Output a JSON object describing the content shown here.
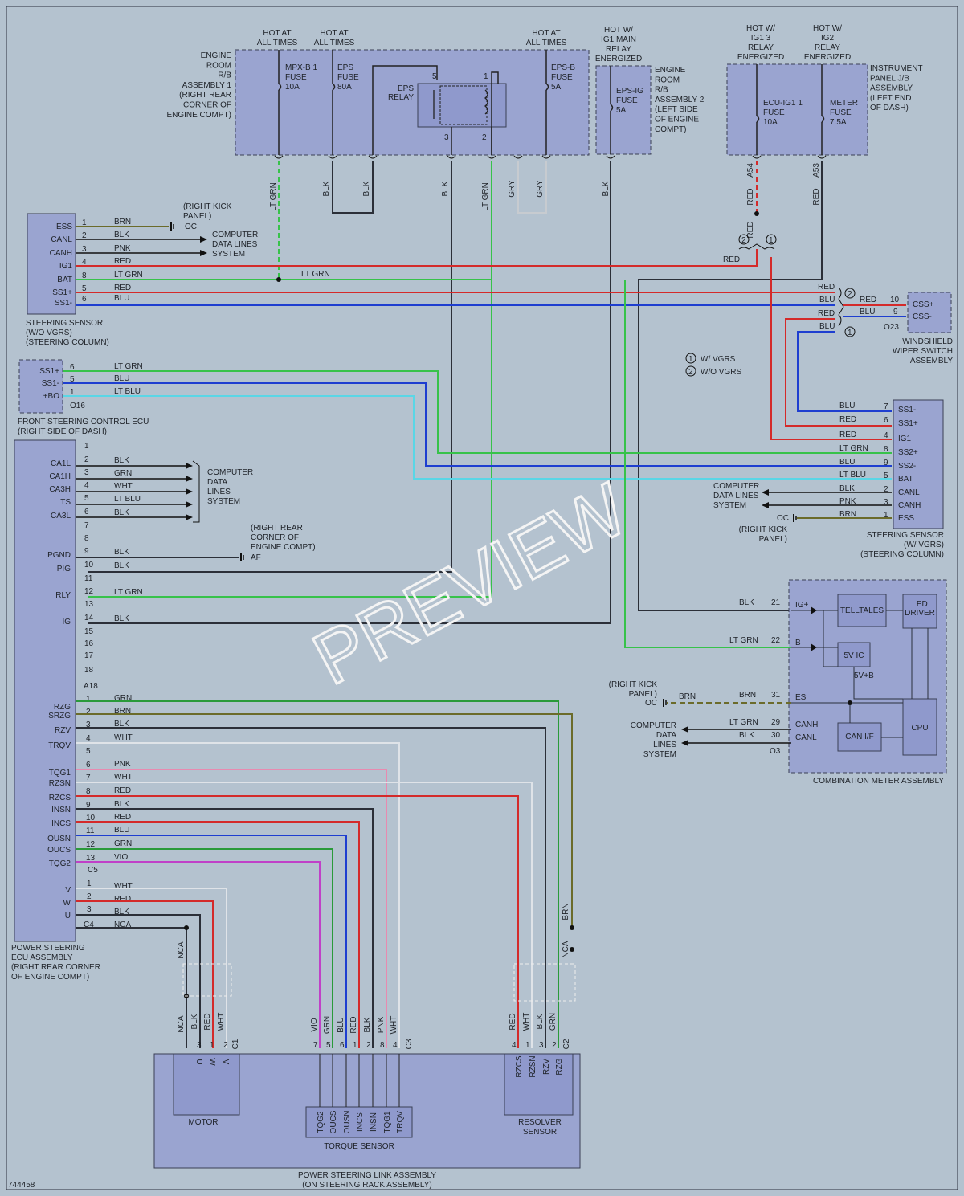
{
  "diagram_id": "744458",
  "watermark": "PREVIEW",
  "top_labels": {
    "hot1": [
      "HOT AT",
      "ALL TIMES"
    ],
    "hot2": [
      "HOT AT",
      "ALL TIMES"
    ],
    "hot3": [
      "HOT AT",
      "ALL TIMES"
    ],
    "hot4": [
      "HOT W/",
      "IG1 MAIN",
      "RELAY",
      "ENERGIZED"
    ],
    "hot5": [
      "HOT W/",
      "IG1 3",
      "RELAY",
      "ENERGIZED"
    ],
    "hot6": [
      "HOT W/",
      "IG2",
      "RELAY",
      "ENERGIZED"
    ]
  },
  "engine_room_rb1": [
    "ENGINE",
    "ROOM",
    "R/B",
    "ASSEMBLY 1",
    "(RIGHT REAR",
    "CORNER OF",
    "ENGINE COMPT)"
  ],
  "engine_room_rb2": [
    "ENGINE",
    "ROOM",
    "R/B",
    "ASSEMBLY 2",
    "(LEFT SIDE",
    "OF ENGINE",
    "COMPT)"
  ],
  "instrument_jb": [
    "INSTRUMENT",
    "PANEL J/B",
    "ASSEMBLY",
    "(LEFT END",
    "OF DASH)"
  ],
  "fuses": {
    "mpxb1": [
      "MPX-B 1",
      "FUSE",
      "10A"
    ],
    "eps": [
      "EPS",
      "FUSE",
      "80A"
    ],
    "epsb": [
      "EPS-B",
      "FUSE",
      "5A"
    ],
    "epsig": [
      "EPS-IG",
      "FUSE",
      "5A"
    ],
    "ecuig11": [
      "ECU-IG1 1",
      "FUSE",
      "10A"
    ],
    "meter": [
      "METER",
      "FUSE",
      "7.5A"
    ]
  },
  "eps_relay": [
    "EPS",
    "RELAY"
  ],
  "relay_pins": [
    "5",
    "1",
    "3",
    "2"
  ],
  "top_wire_labels": [
    "LT GRN",
    "BLK",
    "BLK",
    "BLK",
    "LT GRN",
    "GRY",
    "GRY",
    "BLK",
    "RED",
    "BLK",
    "RED"
  ],
  "connector_codes": [
    "A54",
    "A53"
  ],
  "steering_sensor_wo": {
    "pins": [
      {
        "name": "ESS",
        "num": "1",
        "color": "BRN"
      },
      {
        "name": "CANL",
        "num": "2",
        "color": "BLK"
      },
      {
        "name": "CANH",
        "num": "3",
        "color": "PNK"
      },
      {
        "name": "IG1",
        "num": "4",
        "color": "RED"
      },
      {
        "name": "BAT",
        "num": "8",
        "color": "LT GRN"
      },
      {
        "name": "SS1+",
        "num": "5",
        "color": "RED"
      },
      {
        "name": "SS1-",
        "num": "6",
        "color": "BLU"
      }
    ],
    "label": [
      "STEERING SENSOR",
      "(W/O VGRS)",
      "(STEERING COLUMN)"
    ],
    "kick_panel": [
      "(RIGHT KICK",
      "PANEL)"
    ],
    "ground_code": "OC",
    "cdl": [
      "COMPUTER",
      "DATA LINES",
      "SYSTEM"
    ],
    "bat_line_label": "LT GRN",
    "ig1_red": "RED"
  },
  "splice": {
    "wires_left": [
      "RED",
      "BLU",
      "RED",
      "BLU"
    ],
    "markers": [
      "2",
      "1"
    ],
    "right_wires": [
      "RED",
      "BLU"
    ],
    "pins": [
      "10",
      "9"
    ]
  },
  "wiper_switch": {
    "pins": [
      "CSS+",
      "CSS-"
    ],
    "code": "O23",
    "label": [
      "WINDSHIELD",
      "WIPER SWITCH",
      "ASSEMBLY"
    ]
  },
  "legend": [
    {
      "num": "1",
      "text": "W/ VGRS"
    },
    {
      "num": "2",
      "text": "W/O VGRS"
    }
  ],
  "front_ecu": {
    "pins": [
      {
        "name": "SS1+",
        "num": "6",
        "color": "LT GRN"
      },
      {
        "name": "SS1-",
        "num": "5",
        "color": "BLU"
      },
      {
        "name": "+BO",
        "num": "1",
        "color": "LT BLU"
      }
    ],
    "code": "O16",
    "label": [
      "FRONT STEERING CONTROL ECU",
      "(RIGHT SIDE OF DASH)"
    ]
  },
  "ps_ecu": {
    "a18": [
      {
        "num": "1",
        "name": "",
        "color": ""
      },
      {
        "num": "2",
        "name": "CA1L",
        "color": "BLK"
      },
      {
        "num": "3",
        "name": "CA1H",
        "color": "GRN"
      },
      {
        "num": "4",
        "name": "CA3H",
        "color": "WHT"
      },
      {
        "num": "5",
        "name": "TS",
        "color": "LT BLU"
      },
      {
        "num": "6",
        "name": "CA3L",
        "color": "BLK"
      },
      {
        "num": "7",
        "name": "",
        "color": ""
      },
      {
        "num": "8",
        "name": "",
        "color": ""
      },
      {
        "num": "9",
        "name": "PGND",
        "color": "BLK"
      },
      {
        "num": "10",
        "name": "PIG",
        "color": "BLK"
      },
      {
        "num": "11",
        "name": "",
        "color": ""
      },
      {
        "num": "12",
        "name": "RLY",
        "color": "LT GRN"
      },
      {
        "num": "13",
        "name": "",
        "color": ""
      },
      {
        "num": "14",
        "name": "IG",
        "color": "BLK"
      },
      {
        "num": "15",
        "name": "",
        "color": ""
      },
      {
        "num": "16",
        "name": "",
        "color": ""
      },
      {
        "num": "17",
        "name": "",
        "color": ""
      },
      {
        "num": "18",
        "name": "",
        "color": ""
      }
    ],
    "a18_code": "A18",
    "cdl": [
      "COMPUTER",
      "DATA",
      "LINES",
      "SYSTEM"
    ],
    "gnd_label": [
      "(RIGHT REAR",
      "CORNER OF",
      "ENGINE COMPT)"
    ],
    "gnd_code": "AF",
    "c5": [
      {
        "num": "1",
        "name": "RZG",
        "color": "GRN"
      },
      {
        "num": "2",
        "name": "SRZG",
        "color": "BRN"
      },
      {
        "num": "3",
        "name": "RZV",
        "color": "BLK"
      },
      {
        "num": "4",
        "name": "",
        "color": "WHT"
      },
      {
        "num": "5",
        "name": "TRQV",
        "color": ""
      },
      {
        "num": "6",
        "name": "",
        "color": "PNK"
      },
      {
        "num": "7",
        "name": "TQG1",
        "color": "WHT"
      },
      {
        "num": "8",
        "name": "RZSN",
        "color": "RED"
      },
      {
        "num": "9",
        "name": "RZCS",
        "color": "BLK"
      },
      {
        "num": "10",
        "name": "INSN",
        "color": "RED"
      },
      {
        "num": "11",
        "name": "INCS",
        "color": "BLU"
      },
      {
        "num": "12",
        "name": "OUSN",
        "color": "GRN"
      },
      {
        "num": "13",
        "name": "OUCS",
        "color": "VIO"
      },
      {
        "num": "",
        "name": "TQG2",
        "color": ""
      }
    ],
    "c5_code": "C5",
    "c4": [
      {
        "num": "1",
        "name": "V",
        "color": "WHT"
      },
      {
        "num": "2",
        "name": "W",
        "color": "RED"
      },
      {
        "num": "3",
        "name": "U",
        "color": "BLK"
      }
    ],
    "c4_code": "C4",
    "c4_nca": "NCA",
    "label": [
      "POWER STEERING",
      "ECU ASSEMBLY",
      "(RIGHT REAR CORNER",
      "OF ENGINE COMPT)"
    ]
  },
  "steering_sensor_w": {
    "pins": [
      {
        "name": "SS1-",
        "num": "7",
        "color": "BLU"
      },
      {
        "name": "SS1+",
        "num": "6",
        "color": "RED"
      },
      {
        "name": "IG1",
        "num": "4",
        "color": "RED"
      },
      {
        "name": "SS2+",
        "num": "8",
        "color": "LT GRN"
      },
      {
        "name": "SS2-",
        "num": "9",
        "color": "BLU"
      },
      {
        "name": "BAT",
        "num": "5",
        "color": "LT BLU"
      },
      {
        "name": "CANL",
        "num": "2",
        "color": "BLK"
      },
      {
        "name": "CANH",
        "num": "3",
        "color": "PNK"
      },
      {
        "name": "ESS",
        "num": "1",
        "color": "BRN"
      }
    ],
    "cdl": [
      "COMPUTER",
      "DATA LINES",
      "SYSTEM"
    ],
    "gnd_code": "OC",
    "kick": [
      "(RIGHT KICK",
      "PANEL)"
    ],
    "label": [
      "STEERING SENSOR",
      "(W/ VGRS)",
      "(STEERING COLUMN)"
    ]
  },
  "combo_meter": {
    "pins": [
      {
        "name": "IG+",
        "num": "21",
        "color": "BLK"
      },
      {
        "name": "B",
        "num": "22",
        "color": "LT GRN"
      },
      {
        "name": "ES",
        "num": "31",
        "color": "BRN"
      },
      {
        "name": "CANH",
        "num": "29",
        "color": "LT GRN"
      },
      {
        "name": "CANL",
        "num": "30",
        "color": "BLK"
      }
    ],
    "code": "O3",
    "blocks": {
      "telltales": "TELLTALES",
      "led": [
        "LED",
        "DRIVER"
      ],
      "v5ic": "5V IC",
      "v5b": "5V+B",
      "cpu": "CPU",
      "canif": "CAN I/F"
    },
    "kick": [
      "(RIGHT KICK",
      "PANEL)"
    ],
    "gnd_code": "OC",
    "brn_left": "BRN",
    "cdl": [
      "COMPUTER",
      "DATA",
      "LINES",
      "SYSTEM"
    ],
    "label": "COMBINATION METER ASSEMBLY"
  },
  "bottom_assembly": {
    "label": [
      "POWER STEERING LINK ASSEMBLY",
      "(ON STEERING RACK ASSEMBLY)"
    ],
    "motor": "MOTOR",
    "torque": "TORQUE SENSOR",
    "resolver": [
      "RESOLVER",
      "SENSOR"
    ],
    "c1": {
      "code": "C1",
      "pins": [
        "3",
        "1",
        "2"
      ],
      "colors": [
        "BLK",
        "RED",
        "WHT"
      ],
      "names": [
        "U",
        "W",
        "V"
      ],
      "nca": "NCA"
    },
    "c3": {
      "code": "C3",
      "pins": [
        "7",
        "5",
        "6",
        "1",
        "2",
        "8",
        "4"
      ],
      "colors": [
        "VIO",
        "GRN",
        "BLU",
        "RED",
        "BLK",
        "PNK",
        "WHT"
      ],
      "names": [
        "TQG2",
        "OUCS",
        "OUSN",
        "INCS",
        "INSN",
        "TQG1",
        "TRQV"
      ]
    },
    "c2": {
      "code": "C2",
      "pins": [
        "4",
        "1",
        "3",
        "2"
      ],
      "colors": [
        "RED",
        "WHT",
        "BLK",
        "GRN"
      ],
      "names": [
        "RZCS",
        "RZSN",
        "RZV",
        "RZG"
      ]
    },
    "nca_brn": [
      "BRN",
      "NCA"
    ]
  },
  "colors": {
    "RED": "#d42a2a",
    "BLU": "#1e3ed0",
    "GRN": "#2a9a3a",
    "LT GRN": "#37c24a",
    "BLK": "#2b2f38",
    "BRN": "#6b6b2a",
    "PNK": "#e88ab0",
    "WHT": "#dfe3e8",
    "GRY": "#c7cbd0",
    "LT BLU": "#5ad6e6",
    "VIO": "#c040c8"
  }
}
